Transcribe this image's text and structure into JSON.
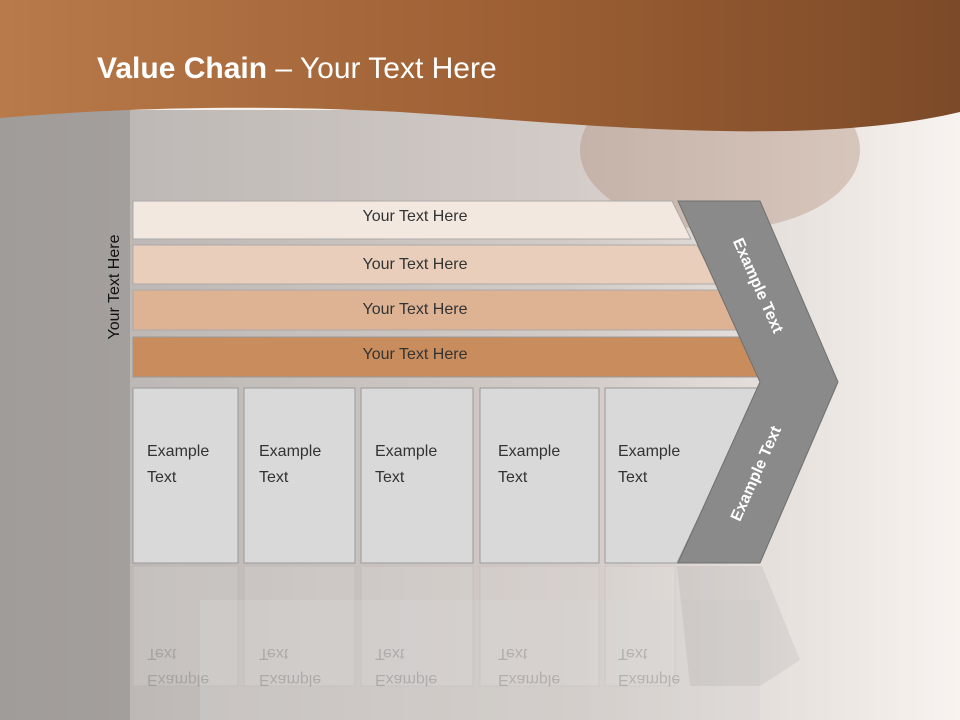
{
  "title": {
    "bold": "Value Chain",
    "rest": " – Your Text Here"
  },
  "side_label": "Your Text Here",
  "rows": [
    {
      "label": "Your Text Here",
      "color": "#f3e8df"
    },
    {
      "label": "Your Text Here",
      "color": "#e9cfbb"
    },
    {
      "label": "Your Text Here",
      "color": "#ddb394"
    },
    {
      "label": "Your Text Here",
      "color": "#c98c5c"
    }
  ],
  "boxes": [
    {
      "line1": "Example",
      "line2": "Text"
    },
    {
      "line1": "Example",
      "line2": "Text"
    },
    {
      "line1": "Example",
      "line2": "Text"
    },
    {
      "line1": "Example",
      "line2": "Text"
    },
    {
      "line1": "Example",
      "line2": "Text"
    }
  ],
  "chevron": {
    "top_text": "Example Text",
    "bottom_text": "Example Text",
    "color": "#8a8a8a"
  },
  "colors": {
    "header": "#a8683a",
    "box_fill": "#d9d9d9"
  }
}
